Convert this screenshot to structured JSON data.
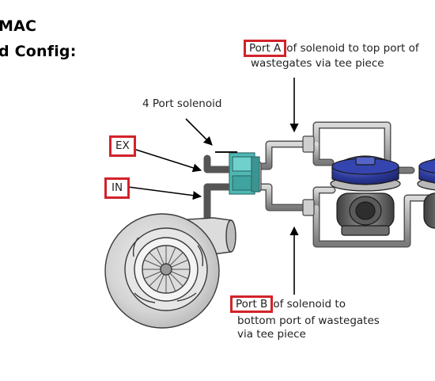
{
  "title": {
    "line1": "MAC",
    "line2": "d Config:"
  },
  "labels": {
    "solenoid": "4 Port solenoid",
    "ex": "EX",
    "in": "IN",
    "port_a": "Port A",
    "port_a_desc_1": "of solenoid to top port of",
    "port_a_desc_2": "wastegates via tee piece",
    "port_b": "Port B",
    "port_b_desc_1": "of solenoid to",
    "port_b_desc_2": "bottom port of wastegates",
    "port_b_desc_3": "via tee piece"
  },
  "colors": {
    "label_box": "#d2232a",
    "solenoid": "#4fb8b5",
    "wastegate_cap": "#2c3a9a",
    "pipe": "#8a8a8a"
  }
}
